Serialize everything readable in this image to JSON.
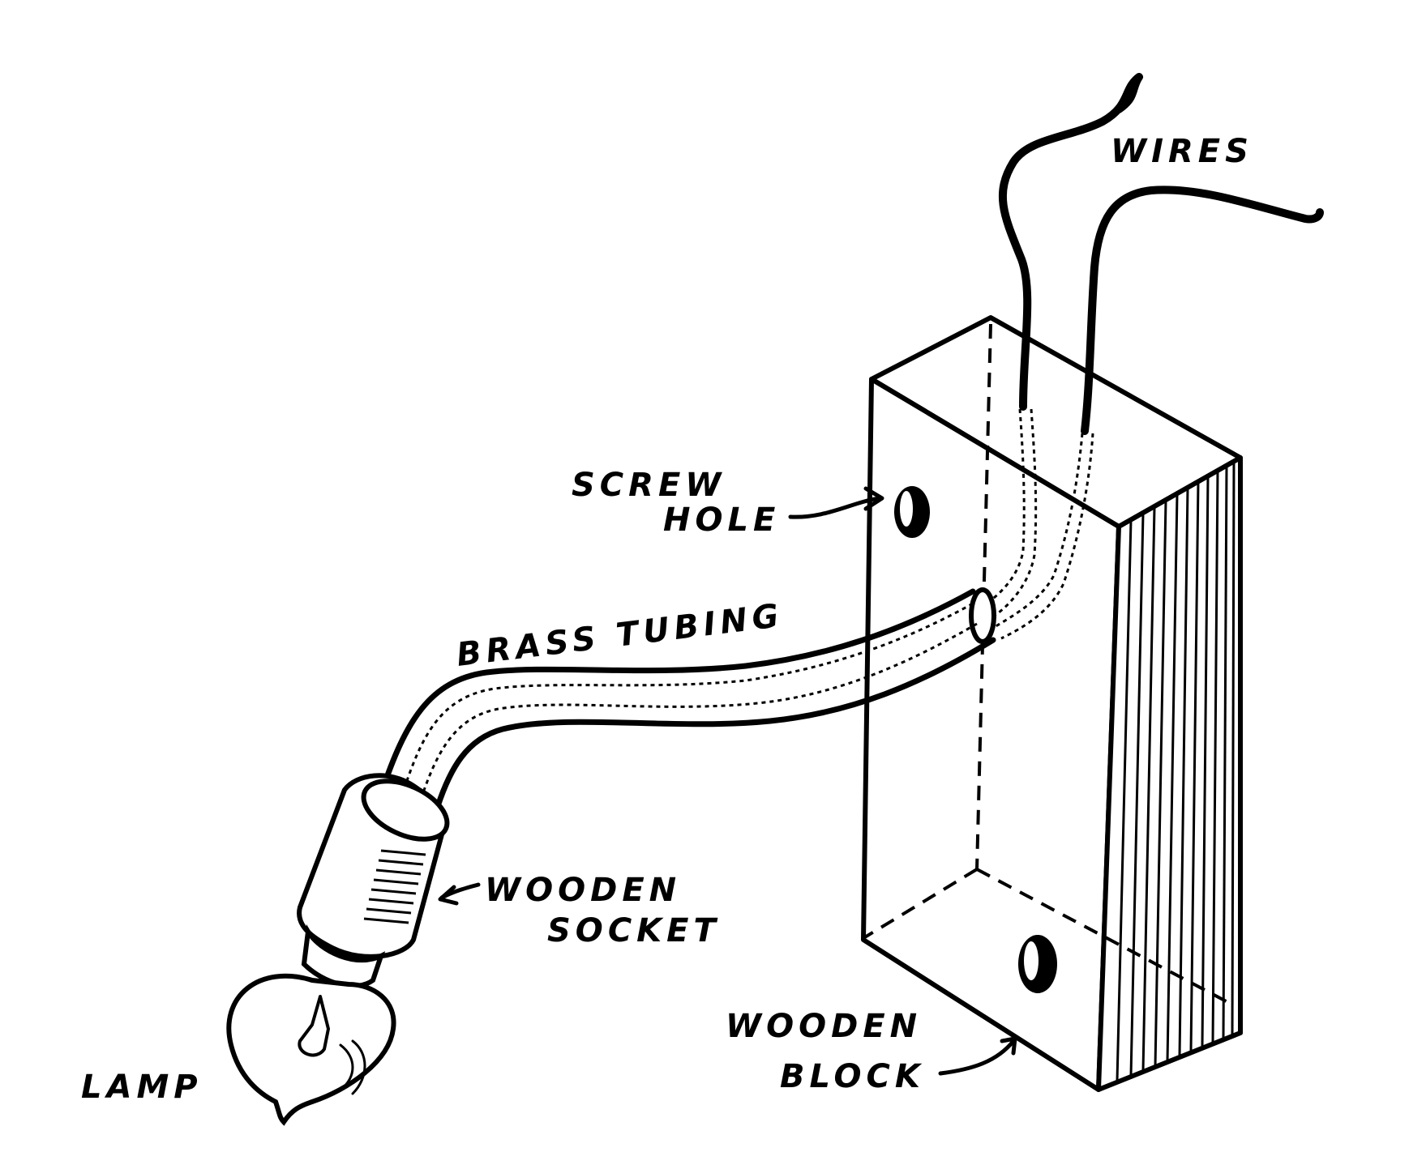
{
  "labels": {
    "wires": "WIRES",
    "screw_hole_line1": "SCREW",
    "screw_hole_line2": "HOLE",
    "brass_tubing": "BRASS TUBING",
    "wooden_socket_line1": "WOODEN",
    "wooden_socket_line2": "SOCKET",
    "wooden_block_line1": "WOODEN",
    "wooden_block_line2": "BLOCK",
    "lamp": "LAMP"
  },
  "colors": {
    "ink": "#000000",
    "paper": "#ffffff"
  }
}
